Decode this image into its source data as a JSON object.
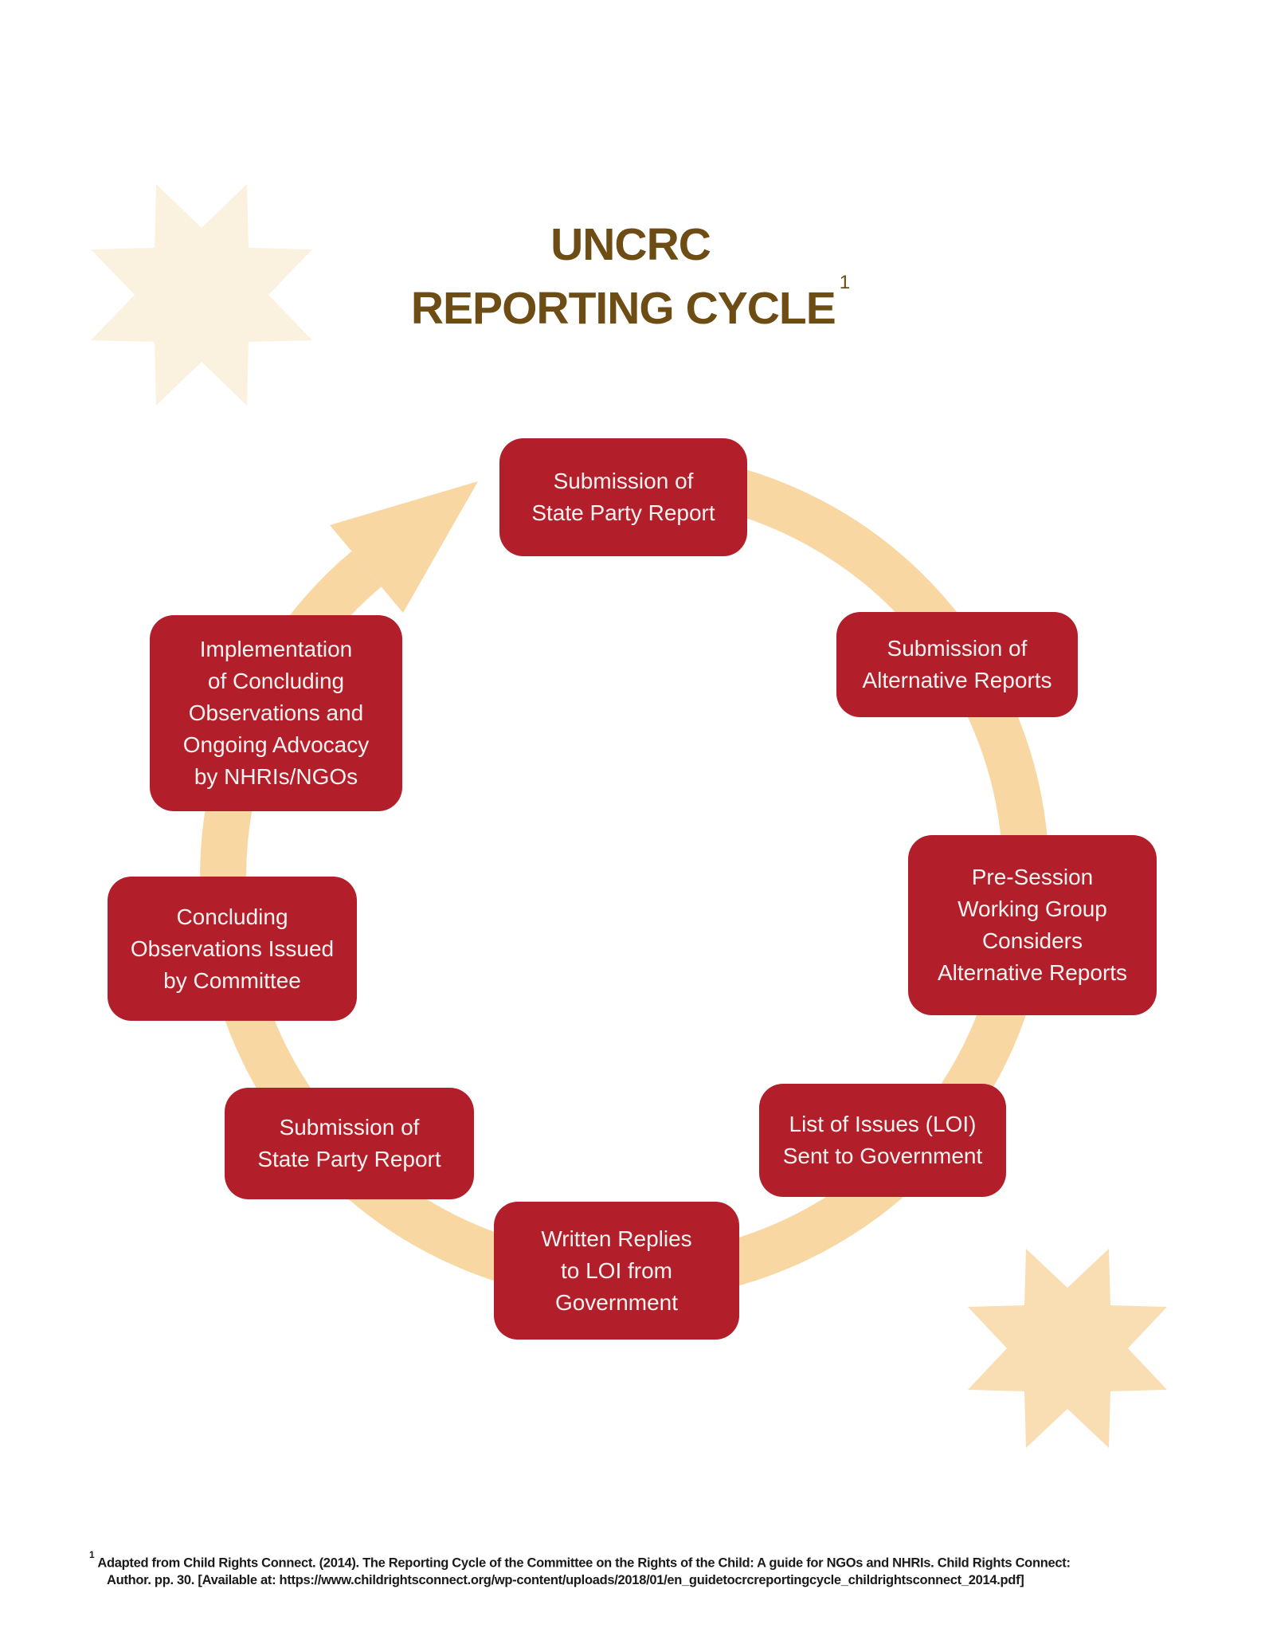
{
  "title": {
    "line1": "UNCRC",
    "line2": "REPORTING CYCLE",
    "footnote_marker": "1"
  },
  "cycle_steps": [
    {
      "label": "Submission of\nState Party Report"
    },
    {
      "label": "Submission of\nAlternative Reports"
    },
    {
      "label": "Pre-Session\nWorking Group\nConsiders\nAlternative Reports"
    },
    {
      "label": "List of Issues (LOI)\nSent to Government"
    },
    {
      "label": "Written Replies\nto LOI from\nGovernment"
    },
    {
      "label": "Submission of\nState Party Report"
    },
    {
      "label": "Concluding\nObservations Issued\nby Committee"
    },
    {
      "label": "Implementation\nof Concluding\nObservations and\nOngoing Advocacy\nby NHRIs/NGOs"
    }
  ],
  "footnote": {
    "marker": "1",
    "line1": "Adapted from Child Rights Connect. (2014). The Reporting Cycle of the Committee on the Rights of the Child: A guide for NGOs and NHRIs. Child Rights Connect:",
    "line2": "Author. pp. 30. [Available at: https://www.childrightsconnect.org/wp-content/uploads/2018/01/en_guidetocrcreportingcycle_childrightsconnect_2014.pdf]"
  },
  "colors": {
    "box_red": "#b21f2a",
    "box_text": "#f8f2f1",
    "title_brown": "#6e4d15",
    "ring_peach": "#f8d7a3",
    "star_light": "#fbf1df",
    "star_medium": "#f9ddb3",
    "footnote_text": "#1a1a1a",
    "background": "#ffffff"
  }
}
